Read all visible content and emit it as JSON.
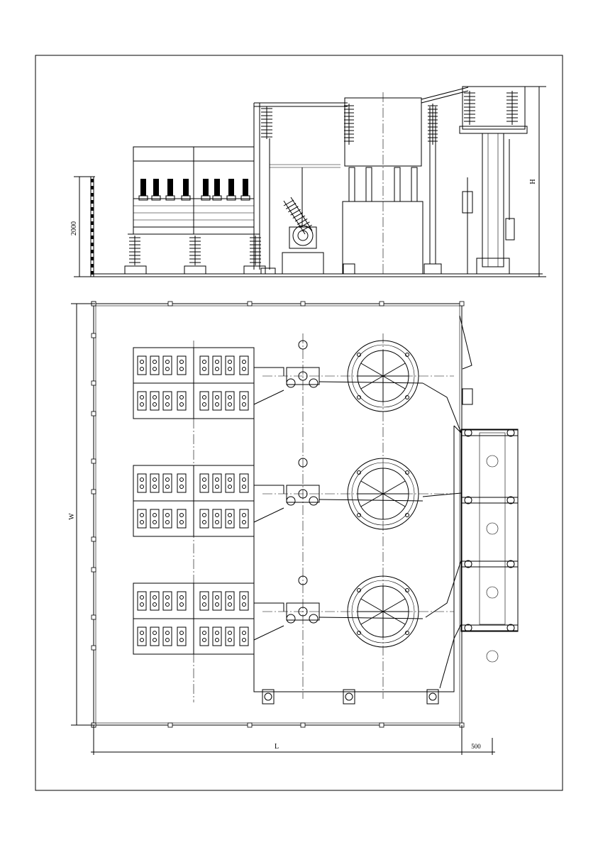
{
  "dimensions": {
    "elevation_height": "2000",
    "total_height": "H",
    "plan_width": "W",
    "plan_length": "L",
    "offset": "500"
  }
}
